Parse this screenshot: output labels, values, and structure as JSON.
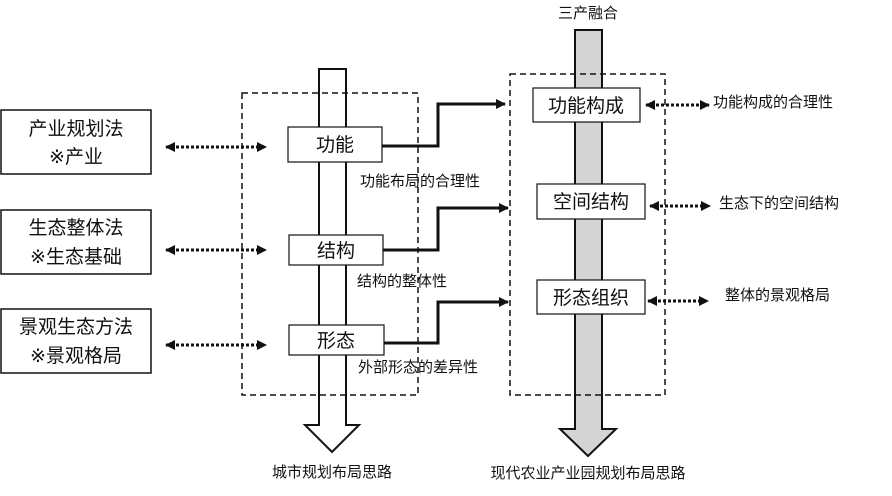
{
  "left_methods": [
    {
      "title": "产业规划法",
      "sub": "※产业"
    },
    {
      "title": "生态整体法",
      "sub": "※生态基础"
    },
    {
      "title": "景观生态方法",
      "sub": "※景观格局"
    }
  ],
  "city_flow": {
    "label": "城市规划布局思路",
    "nodes": [
      "功能",
      "结构",
      "形态"
    ],
    "notes": [
      "功能布局的合理性",
      "结构的整体性",
      "外部形态的差异性"
    ]
  },
  "park_flow": {
    "top_label": "三产融合",
    "label": "现代农业产业园规划布局思路",
    "nodes": [
      "功能构成",
      "空间结构",
      "形态组织"
    ],
    "outcomes": [
      "功能构成的合理性",
      "生态下的空间结构",
      "整体的景观格局"
    ]
  },
  "colors": {
    "arrow_fill": "#d4d4d4",
    "stroke": "#111111"
  }
}
